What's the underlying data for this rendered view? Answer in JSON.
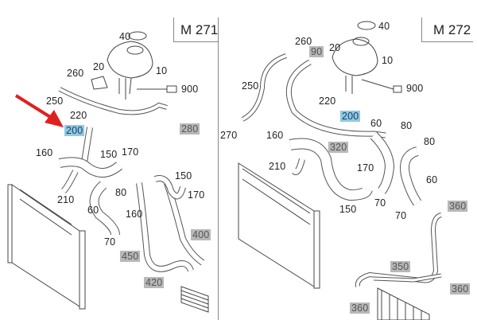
{
  "panels": [
    {
      "model": "M 271",
      "labels": [
        {
          "text": "40",
          "style": "plain"
        },
        {
          "text": "260",
          "style": "plain"
        },
        {
          "text": "20",
          "style": "plain"
        },
        {
          "text": "10",
          "style": "plain"
        },
        {
          "text": "900",
          "style": "plain"
        },
        {
          "text": "250",
          "style": "plain"
        },
        {
          "text": "220",
          "style": "plain"
        },
        {
          "text": "200",
          "style": "highlight"
        },
        {
          "text": "280",
          "style": "gray"
        },
        {
          "text": "160",
          "style": "plain"
        },
        {
          "text": "150",
          "style": "plain"
        },
        {
          "text": "170",
          "style": "plain"
        },
        {
          "text": "210",
          "style": "plain"
        },
        {
          "text": "80",
          "style": "plain"
        },
        {
          "text": "60",
          "style": "plain"
        },
        {
          "text": "70",
          "style": "plain"
        },
        {
          "text": "150",
          "style": "plain"
        },
        {
          "text": "160",
          "style": "plain"
        },
        {
          "text": "170",
          "style": "plain"
        },
        {
          "text": "400",
          "style": "gray"
        },
        {
          "text": "450",
          "style": "gray"
        },
        {
          "text": "420",
          "style": "gray"
        }
      ]
    },
    {
      "model": "M 272",
      "labels": [
        {
          "text": "40",
          "style": "plain"
        },
        {
          "text": "260",
          "style": "plain"
        },
        {
          "text": "90",
          "style": "gray"
        },
        {
          "text": "20",
          "style": "plain"
        },
        {
          "text": "10",
          "style": "plain"
        },
        {
          "text": "900",
          "style": "plain"
        },
        {
          "text": "250",
          "style": "plain"
        },
        {
          "text": "220",
          "style": "plain"
        },
        {
          "text": "200",
          "style": "highlight"
        },
        {
          "text": "270",
          "style": "plain"
        },
        {
          "text": "60",
          "style": "plain"
        },
        {
          "text": "80",
          "style": "plain"
        },
        {
          "text": "160",
          "style": "plain"
        },
        {
          "text": "320",
          "style": "gray"
        },
        {
          "text": "80",
          "style": "plain"
        },
        {
          "text": "210",
          "style": "plain"
        },
        {
          "text": "170",
          "style": "plain"
        },
        {
          "text": "60",
          "style": "plain"
        },
        {
          "text": "70",
          "style": "plain"
        },
        {
          "text": "150",
          "style": "plain"
        },
        {
          "text": "70",
          "style": "plain"
        },
        {
          "text": "360",
          "style": "gray"
        },
        {
          "text": "350",
          "style": "gray"
        },
        {
          "text": "360",
          "style": "gray"
        },
        {
          "text": "360",
          "style": "gray"
        }
      ]
    }
  ],
  "annotation": {
    "type": "arrow",
    "points_to": "200",
    "color": "#e02020"
  }
}
